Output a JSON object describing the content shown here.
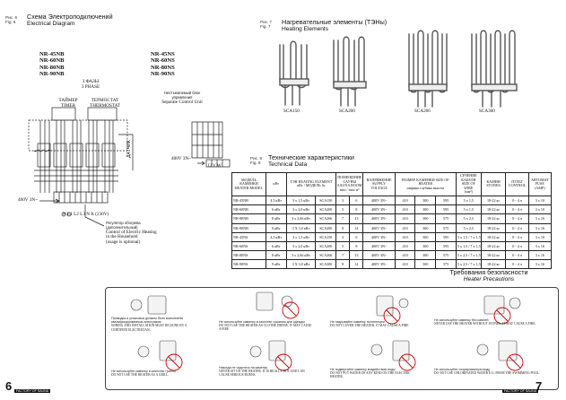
{
  "left_page": {
    "fig6": {
      "ru": "Рис. 6",
      "en": "Fig. 6"
    },
    "diagram_title_ru": "Схема Электроподключений",
    "diagram_title_en": "Electrical Diagram",
    "models_nb": [
      "NR-45NB",
      "NR-60NB",
      "NR-80NB",
      "NR-90NB"
    ],
    "models_ns": [
      "NR-45NS",
      "NR-60NS",
      "NR-80NS",
      "NR-90NS"
    ],
    "phase_ru": "3 ФАЗЫ",
    "phase_en": "3 PHASE",
    "timer_ru": "ТАЙМЕР",
    "timer_en": "TIMER",
    "thermo_ru": "ТЕРМОСТАТ",
    "thermo_en": "THERMOSTAT",
    "separate_ru": "Неотъемлемый блок",
    "separate_ru2": "управления",
    "separate_en": "Separate Control Unit",
    "sensor": "ДАТЧИК",
    "voltage_left": "400V 3N~",
    "voltage_mid": "400V 3N~",
    "terminals": "N L1 L2 L3 N K (230V)",
    "terminals_uvw": "U V W",
    "regulator_ru": "Регулятор обогрева",
    "regulator_ru2": "(дополнительный)",
    "regulator_en": "Control of Electric Heating",
    "regulator_en2": "in the Household",
    "regulator_en3": "(usage is optional)",
    "page_number": "6",
    "footer": "FACTORY OF SAUNA"
  },
  "right_page": {
    "fig7": {
      "ru": "Рис. 7",
      "en": "Fig. 7"
    },
    "heating_title_ru": "Нагревательные элементы (ТЭНы)",
    "heating_title_en": "Heating Elements",
    "elements": [
      "SCA150",
      "SCA200",
      "SCA266",
      "SCA300"
    ],
    "fig8": {
      "ru": "Рис. 8",
      "en": "Fig. 8"
    },
    "tech_title_ru": "Технические характеристики",
    "tech_title_en": "Technical Data",
    "headers": {
      "model": "МОДЕЛЬ КАМЕНКИ HEATER MODEL",
      "kw": "кВт",
      "heating": "ТЭН HEATING ELEMENT",
      "heating_sub": "кВт / МОДЕЛЬ №",
      "room": "ПОМЕЩЕНИЕ САУНЫ SAUNA ROOM",
      "room_sub": "min / max м³",
      "voltage": "НАПРЯЖЕНИЕ SUPPLY VOLTAGE",
      "size": "РАЗМЕР КАМЕНКИ SIZE OF HEATER",
      "size_sub": "ширина глубина высота",
      "wire": "СЕЧЕНИЕ КАБЕЛЯ SIZE OF WIRE",
      "wire_sub": "(мм²)",
      "stones": "КАМНИ STONES",
      "control": "ПУЛЬТ CONTROL",
      "fuse": "АВТОМАТ FUSE (AMP)"
    },
    "rows": [
      [
        "NR-45NB",
        "4,5 кВт",
        "3 x 1,5 кВт",
        "SCA150",
        "3",
        "6",
        "400V 3N~",
        "410",
        "300",
        "595",
        "5 x 1,5",
        "18-22 кг",
        "0 - 4 ч",
        "3 x 10"
      ],
      [
        "NR-60NB",
        "6 кВт",
        "3 x 2,0 кВт",
        "SCA200",
        "5",
        "8",
        "400V 3N~",
        "410",
        "300",
        "595",
        "5 x 1,5",
        "18-22 кг",
        "0 - 4 ч",
        "3 x 10"
      ],
      [
        "NR-80NB",
        "8 кВт",
        "3 x 2,66 кВт",
        "SCA266",
        "7",
        "13",
        "400V 3N~",
        "410",
        "300",
        "575",
        "5 x 2,5",
        "18-22 кг",
        "0 - 4 ч",
        "3 x 16"
      ],
      [
        "NR-90NB",
        "9 кВт",
        "3 X 3,0 кВт",
        "SCA300",
        "8",
        "14",
        "400V 3N~",
        "410",
        "300",
        "575",
        "5 x 2,5",
        "18-22 кг",
        "0 - 4 ч",
        "3 x 16"
      ],
      [
        "NR-45NS",
        "4,5 кВт",
        "3 x 1,5 кВт",
        "SCA150",
        "3",
        "6",
        "400V 3N~",
        "410",
        "300",
        "595",
        "5 x 1,5 / 7 x 1,5",
        "18-22 кг",
        "0 - 4 ч",
        "3 x 10"
      ],
      [
        "NR-60NS",
        "6 кВт",
        "3 x 2,0 кВт",
        "SCA200",
        "5",
        "8",
        "400V 3N~",
        "410",
        "300",
        "595",
        "5 x 1,5 / 7 x 1,5",
        "18-22 кг",
        "0 - 4 ч",
        "3 x 10"
      ],
      [
        "NR-80NS",
        "8 кВт",
        "3 x 2,66 кВт",
        "SCA266",
        "7",
        "13",
        "400V 3N~",
        "410",
        "300",
        "575",
        "5 x 2,5 / 7 x 1,5",
        "18-22 кг",
        "0 - 4 ч",
        "3 x 16"
      ],
      [
        "NR-90NS",
        "9 кВт",
        "3 X 3,0 кВт",
        "SCA300",
        "8",
        "14",
        "400V 3N~",
        "410",
        "300",
        "575",
        "5 x 2,5 / 7 x 1,5",
        "18-22 кг",
        "0 - 4 ч",
        "3 x 16"
      ]
    ],
    "precautions_ru": "Требования безопасности",
    "precautions_en": "Heater Precautions",
    "warnings": [
      {
        "ru": "Проводка и установка должны быть выполнены квалифицированным электриком",
        "en": "WIRING AND INSTALLATION MUST BE DONE BY A CERTIFIED ELECTRICIAN."
      },
      {
        "ru": "Не используйте каменку в качестве грилля",
        "en": "DO NOT USE THE HEATER AS A GRILL."
      },
      {
        "ru": "Не используйте каменку в качестве сушилки для одежды",
        "en": "DO NOT USE THE HEATER AS CLOTHE DRYER. IT MAY CAUSE A FIRE"
      },
      {
        "ru": "Никогда не садитесь на каменку",
        "en": "NEVER SIT ON THE HEATER. IT IS REALLY HOT AND CAN CAUSE SERIOUS BURNS."
      },
      {
        "ru": "Не накрывайте каменку полотенцем",
        "en": "DO NOT COVER THE HEATER. IT MAY CAUSE A FIRE"
      },
      {
        "ru": "Не подвергайте каменку воздействию воды",
        "en": "DO NOT PUT WATER OF ANY KIND ON THE ELECTRIC HEATER."
      },
      {
        "ru": "Не используйте каменку без камней",
        "en": "NEVER USE THE HEATER WITHOUT STONES. IT MAY CAUSE A FIRE."
      },
      {
        "ru": "Не используйте хлорированную воду",
        "en": "DO NOT USE CHLORINATED WATER E.G. FROM THE SWIMMING POOL."
      }
    ],
    "page_number": "7",
    "footer": "FACTORY OF SAUNA"
  }
}
